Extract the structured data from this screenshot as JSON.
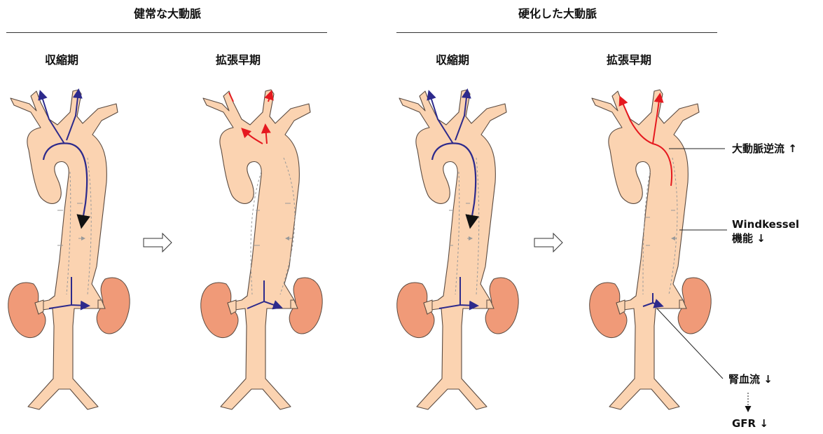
{
  "headers": {
    "healthy": "健常な大動脈",
    "stiff": "硬化した大動脈"
  },
  "phases": {
    "systole": "収縮期",
    "early_diastole": "拡張早期"
  },
  "annotations": {
    "backflow": "大動脈逆流",
    "windkessel_line1": "Windkessel",
    "windkessel_line2": "機能",
    "renal_flow": "腎血流",
    "gfr": "GFR"
  },
  "symbols": {
    "up": "↑",
    "down": "↓"
  },
  "colors": {
    "vessel_fill": "#fbd3b1",
    "vessel_stroke": "#5a4a40",
    "kidney_fill": "#f09a78",
    "flow_systole": "#2d2a8c",
    "flow_diastole": "#e5191f",
    "wall_dash": "#999999"
  },
  "icons": {
    "transition_arrow": "hollow-right-arrow"
  }
}
